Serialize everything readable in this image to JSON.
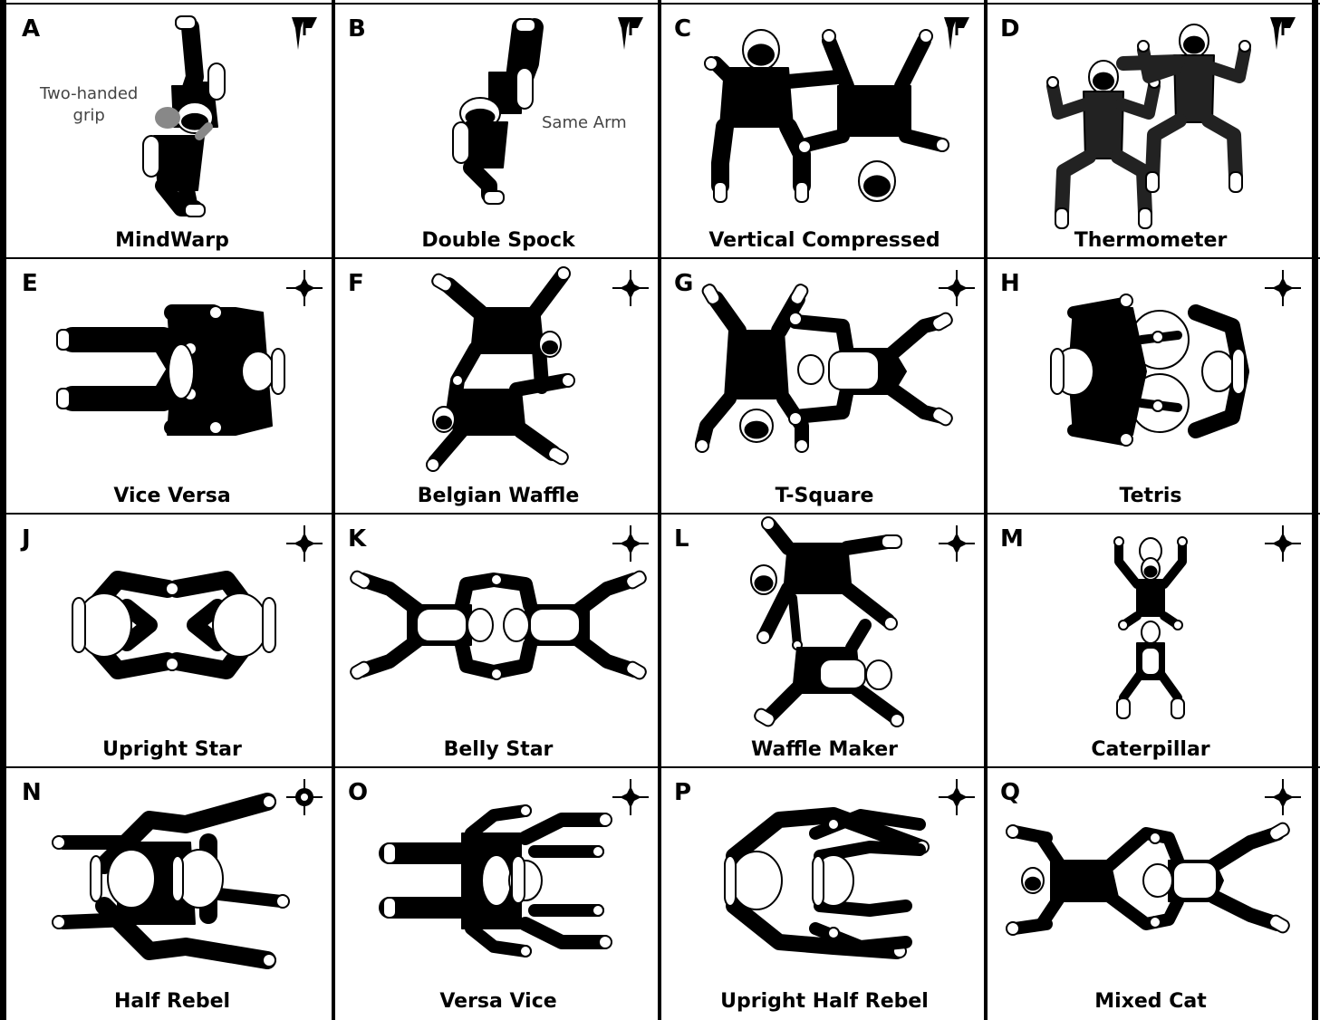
{
  "formations": [
    {
      "letter": "A",
      "name": "MindWarp",
      "icon": "vertical-icon",
      "note": [
        "Two-handed",
        "grip"
      ]
    },
    {
      "letter": "B",
      "name": "Double Spock",
      "icon": "vertical-icon",
      "note": [
        "Same Arm"
      ]
    },
    {
      "letter": "C",
      "name": "Vertical Compressed",
      "icon": "vertical-icon"
    },
    {
      "letter": "D",
      "name": "Thermometer",
      "icon": "vertical-icon"
    },
    {
      "letter": "E",
      "name": "Vice Versa",
      "icon": "crosshair-icon"
    },
    {
      "letter": "F",
      "name": "Belgian Waffle",
      "icon": "crosshair-icon"
    },
    {
      "letter": "G",
      "name": "T-Square",
      "icon": "crosshair-icon"
    },
    {
      "letter": "H",
      "name": "Tetris",
      "icon": "crosshair-icon"
    },
    {
      "letter": "J",
      "name": "Upright Star",
      "icon": "crosshair-icon"
    },
    {
      "letter": "K",
      "name": "Belly Star",
      "icon": "crosshair-icon"
    },
    {
      "letter": "L",
      "name": "Waffle Maker",
      "icon": "crosshair-icon"
    },
    {
      "letter": "M",
      "name": "Caterpillar",
      "icon": "crosshair-icon"
    },
    {
      "letter": "N",
      "name": "Half Rebel",
      "icon": "target-icon"
    },
    {
      "letter": "O",
      "name": "Versa Vice",
      "icon": "crosshair-icon"
    },
    {
      "letter": "P",
      "name": "Upright Half Rebel",
      "icon": "crosshair-icon"
    },
    {
      "letter": "Q",
      "name": "Mixed Cat",
      "icon": "crosshair-icon"
    }
  ],
  "colors": {
    "ink": "#000000",
    "paper": "#ffffff",
    "grey": "#888888",
    "note": "#444444"
  }
}
